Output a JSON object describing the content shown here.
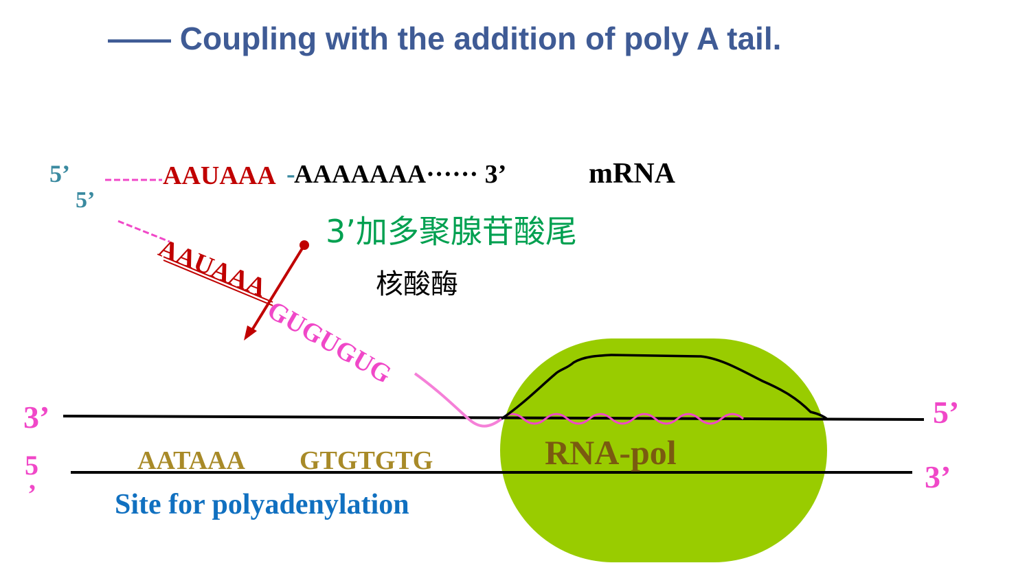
{
  "title": "—— Coupling with the addition of poly A tail.",
  "mrna": {
    "five_prime": "5’",
    "dashes": "------",
    "signal": "AAUAAA",
    "connector": "-",
    "tail": "AAAAAAA······ 3’",
    "label": "mRNA"
  },
  "poly_a_label": "3’加多聚腺苷酸尾",
  "nuclease_label": "核酸酶",
  "transcript": {
    "five_prime": "5’",
    "dashes": "------",
    "signal": "AAUAAA",
    "gu_rich": "GUGUGUG"
  },
  "dna": {
    "top_left": "3’",
    "top_right": "5’",
    "bottom_left": "5",
    "bottom_left_mark": "’",
    "bottom_right": "3’",
    "site_1": "AATAAA",
    "site_2": "GTGTGTG",
    "site_label": "Site for polyadenylation"
  },
  "enzyme_label": "RNA-pol",
  "colors": {
    "title": "#3f5b95",
    "pink": "#f048c8",
    "dark_red": "#c00000",
    "teal": "#3a8aa0",
    "green": "#00a050",
    "olive_text": "#a88a28",
    "blue": "#1070c0",
    "enzyme_fill": "#99cc00",
    "enzyme_text": "#7a5a10"
  }
}
